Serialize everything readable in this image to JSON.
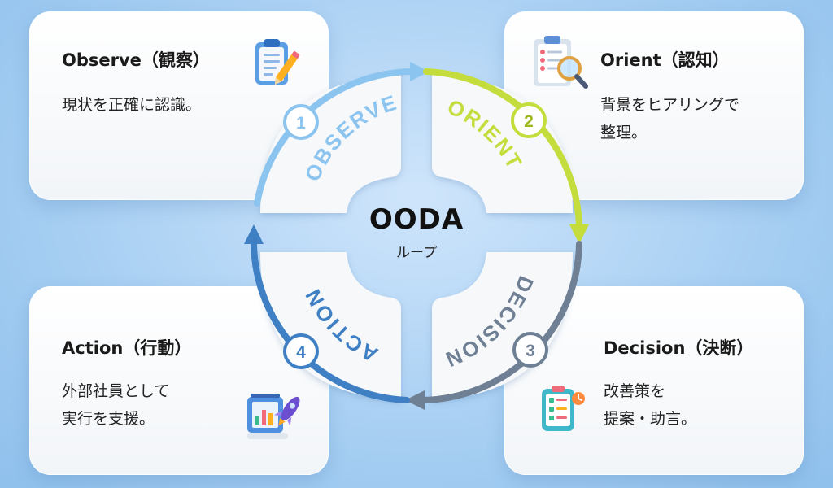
{
  "cards": {
    "observe": {
      "title": "Observe（観察）",
      "desc": [
        "現状を正確に認識。"
      ]
    },
    "orient": {
      "title": "Orient（認知）",
      "desc": [
        "背景をヒアリングで",
        "整理。"
      ]
    },
    "decision": {
      "title": "Decision（決断）",
      "desc": [
        "改善策を",
        "提案・助言。"
      ]
    },
    "action": {
      "title": "Action（行動）",
      "desc": [
        "外部社員として",
        "実行を支援。"
      ]
    }
  },
  "center": {
    "title": "OODA",
    "subtitle": "ループ"
  },
  "segments": {
    "observe": {
      "label": "OBSERVE",
      "number": "1",
      "color": "#8cc4f0"
    },
    "orient": {
      "label": "ORIENT",
      "number": "2",
      "color": "#c5dd3c"
    },
    "decision": {
      "label": "DECISION",
      "number": "3",
      "color": "#6f7f94"
    },
    "action": {
      "label": "ACTION",
      "number": "4",
      "color": "#3f7fc4"
    }
  },
  "icons": {
    "observe": "notepad-pencil-icon",
    "orient": "clipboard-magnifier-icon",
    "decision": "checklist-icon",
    "action": "chart-rocket-icon"
  }
}
